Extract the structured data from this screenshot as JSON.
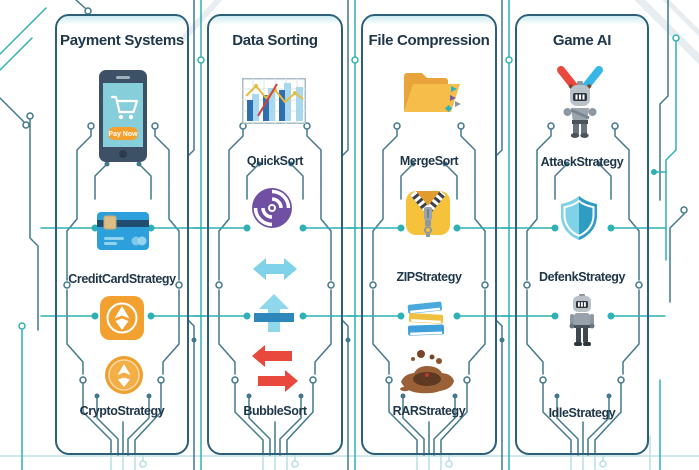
{
  "colors": {
    "trace_teal": "#2fb0b5",
    "trace_steel": "#41788c",
    "trace_light": "#b8dfe6",
    "card_border": "#2d6076",
    "heading_text": "#20374a",
    "orange": "#f2a131",
    "red": "#e8493c",
    "purple": "#7050a2",
    "light_blue": "#7fd2ea",
    "blue": "#2d87ba",
    "teal": "#2ab5bc"
  },
  "columns": [
    {
      "title": "Payment Systems",
      "pay_button": "Pay Now",
      "slots": [
        {
          "icon": "smartphone-pay-icon",
          "label": null
        },
        {
          "icon": "credit-card-icon",
          "label": "CreditCardStrategy"
        },
        {
          "icon": "crypto-badge-icon",
          "label": null
        },
        {
          "icon": "crypto-coin-icon",
          "label": "CryptoStrategy"
        }
      ]
    },
    {
      "title": "Data Sorting",
      "slots": [
        {
          "icon": "bar-chart-icon",
          "label": "QuickSort"
        },
        {
          "icon": "vortex-icon",
          "label": null
        },
        {
          "icon": "horizontal-arrows-icon",
          "label": null
        },
        {
          "icon": "upload-arrow-icon",
          "label": null
        },
        {
          "icon": "swap-arrows-icon",
          "label": "BubbleSort"
        }
      ]
    },
    {
      "title": "File Compression",
      "slots": [
        {
          "icon": "folder-icon",
          "label": "MergeSort"
        },
        {
          "icon": "zip-file-icon",
          "label": "ZIPStrategy"
        },
        {
          "icon": "books-stack-icon",
          "label": null
        },
        {
          "icon": "mud-splash-icon",
          "label": "RARStrategy"
        }
      ]
    },
    {
      "title": "Game AI",
      "slots": [
        {
          "icon": "knight-attack-icon",
          "label": "AttackStrategy"
        },
        {
          "icon": "shield-icon",
          "label": "DefenkStrategy"
        },
        {
          "icon": "knight-idle-icon",
          "label": "IdleStrategy"
        }
      ]
    }
  ]
}
